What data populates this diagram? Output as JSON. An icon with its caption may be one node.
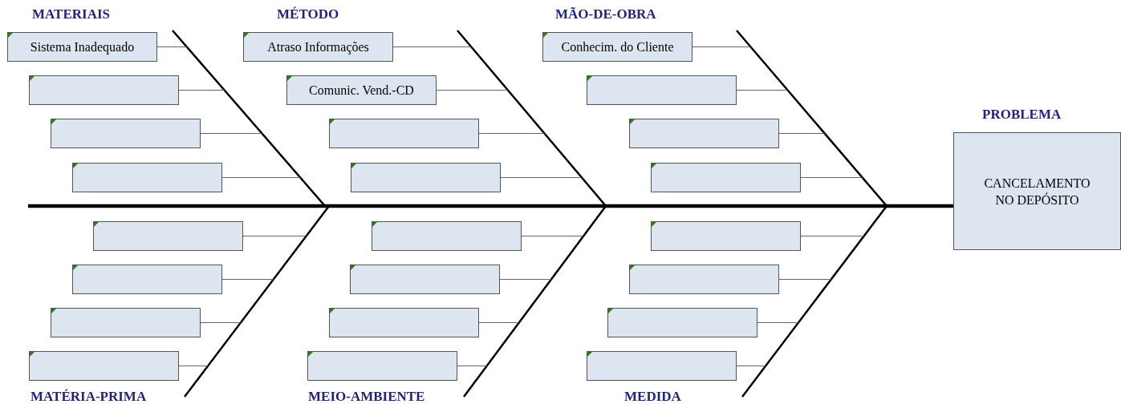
{
  "diagram": {
    "nodes": [
      {
        "text": [
          "Sistema Inadequado"
        ]
      },
      {
        "text": [],
        "shape": "box"
      },
      {
        "text": [],
        "shape": "box"
      },
      {
        "text": [],
        "shape": "box"
      },
      {
        "text": [
          "Atraso Informações"
        ]
      },
      {
        "text": [
          "Comunic. Vend.-CD"
        ]
      },
      {
        "text": [],
        "shape": "box"
      },
      {
        "text": [],
        "shape": "box"
      },
      {
        "text": [
          "Conhecim. do Cliente"
        ]
      },
      {
        "text": [],
        "shape": "box"
      },
      {
        "text": [],
        "shape": "box"
      },
      {
        "text": [],
        "shape": "box"
      },
      {
        "text": [
          "PROBLEMA",
          "CANCELAMENTO NO DEPÓSITO"
        ]
      },
      {
        "text": [],
        "shape": "box"
      },
      {
        "text": [],
        "shape": "box"
      },
      {
        "text": [],
        "shape": "box"
      },
      {
        "text": [],
        "shape": "box"
      },
      {
        "text": [],
        "shape": "box"
      },
      {
        "text": [],
        "shape": "box"
      },
      {
        "text": [],
        "shape": "box"
      },
      {
        "text": [],
        "shape": "box"
      },
      {
        "text": [],
        "shape": "box"
      },
      {
        "text": [],
        "shape": "box"
      },
      {
        "text": [],
        "shape": "box"
      },
      {
        "text": [],
        "shape": "box"
      }
    ],
    "edges": [
      {
        "from": 0,
        "to": null,
        "arrow": "none"
      },
      {
        "from": 1,
        "to": null,
        "arrow": "none"
      },
      {
        "from": 2,
        "to": null,
        "arrow": "none"
      },
      {
        "from": 3,
        "to": null,
        "arrow": "none"
      },
      {
        "from": 4,
        "to": null,
        "arrow": "none"
      },
      {
        "from": 5,
        "to": null,
        "arrow": "none"
      },
      {
        "from": 6,
        "to": null,
        "arrow": "none"
      },
      {
        "from": 7,
        "to": null,
        "arrow": "none"
      },
      {
        "from": 8,
        "to": null,
        "arrow": "none"
      },
      {
        "from": 9,
        "to": null,
        "arrow": "none"
      },
      {
        "from": 10,
        "to": null,
        "arrow": "none"
      },
      {
        "from": 11,
        "to": null,
        "arrow": "none"
      },
      {
        "from": 13,
        "to": null,
        "arrow": "none"
      },
      {
        "from": 14,
        "to": null,
        "arrow": "none"
      },
      {
        "from": 15,
        "to": null,
        "arrow": "none"
      },
      {
        "from": 16,
        "to": null,
        "arrow": "none"
      },
      {
        "from": 17,
        "to": null,
        "arrow": "none"
      },
      {
        "from": 18,
        "to": null,
        "arrow": "none"
      },
      {
        "from": 19,
        "to": null,
        "arrow": "none"
      },
      {
        "from": 20,
        "to": null,
        "arrow": "none"
      },
      {
        "from": 21,
        "to": null,
        "arrow": "none"
      },
      {
        "from": 22,
        "to": null,
        "arrow": "none"
      },
      {
        "from": 23,
        "to": null,
        "arrow": "none"
      },
      {
        "from": 24,
        "to": null,
        "arrow": "none"
      },
      {
        "from": null,
        "to": 12,
        "arrow": "none",
        "style": "thick",
        "color": "#000000"
      }
    ],
    "labels": [
      "MATERIAIS",
      "MÉTODO",
      "MÃO-DE-OBRA",
      "MATÉRIA-PRIMA",
      "MEIO-AMBIENTE",
      "MEDIDA"
    ]
  }
}
